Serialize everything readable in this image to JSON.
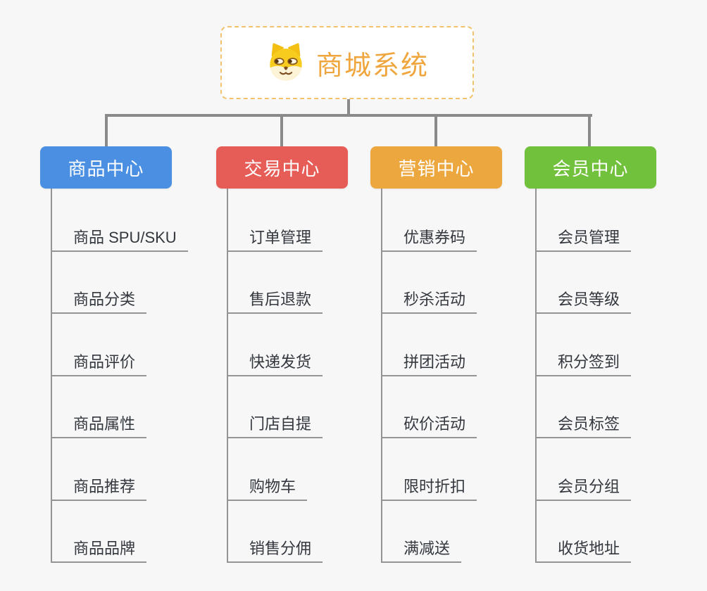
{
  "root": {
    "title": "商城系统",
    "title_color": "#f0a63e",
    "icon": "dog-face",
    "border_color": "#f2c36e"
  },
  "connector_color": "#8a8a8a",
  "branches": [
    {
      "label": "商品中心",
      "color": "#4a8fe2",
      "children": [
        "商品 SPU/SKU",
        "商品分类",
        "商品评价",
        "商品属性",
        "商品推荐",
        "商品品牌"
      ]
    },
    {
      "label": "交易中心",
      "color": "#e65d58",
      "children": [
        "订单管理",
        "售后退款",
        "快递发货",
        "门店自提",
        "购物车",
        "销售分佣"
      ]
    },
    {
      "label": "营销中心",
      "color": "#eca83f",
      "children": [
        "优惠券码",
        "秒杀活动",
        "拼团活动",
        "砍价活动",
        "限时折扣",
        "满减送"
      ]
    },
    {
      "label": "会员中心",
      "color": "#72c13c",
      "children": [
        "会员管理",
        "会员等级",
        "积分签到",
        "会员标签",
        "会员分组",
        "收货地址"
      ]
    }
  ]
}
